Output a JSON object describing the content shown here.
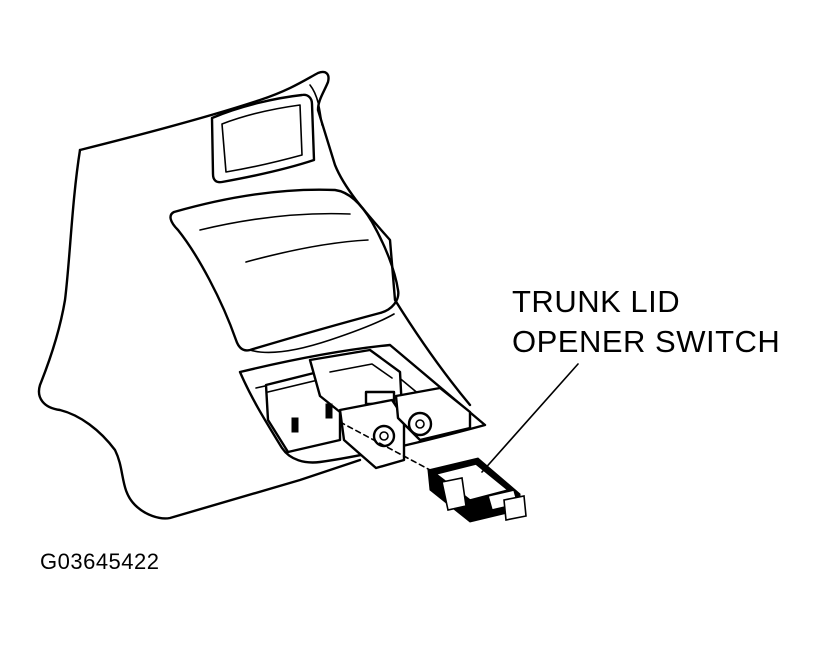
{
  "callout": {
    "line1": "TRUNK LID",
    "line2": "OPENER SWITCH"
  },
  "figure_id": "G03645422"
}
